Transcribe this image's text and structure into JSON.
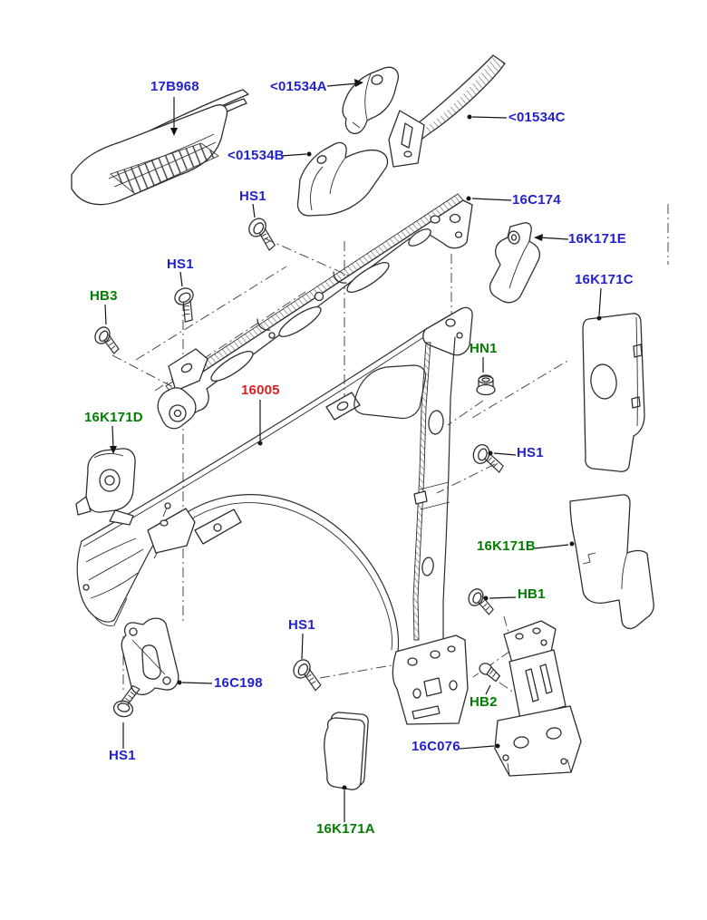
{
  "colors": {
    "part_code_blue": "#2222cc",
    "hardware_green": "#007d00",
    "highlight_red": "#e02020",
    "line_dark": "#2e2e2e"
  },
  "labels": [
    {
      "id": "17B968",
      "text": "17B968",
      "color": "part_code_blue"
    },
    {
      "id": "01534A",
      "text": "<01534A",
      "color": "part_code_blue"
    },
    {
      "id": "01534C",
      "text": "<01534C",
      "color": "part_code_blue"
    },
    {
      "id": "01534B",
      "text": "<01534B",
      "color": "part_code_blue"
    },
    {
      "id": "HS1-top",
      "text": "HS1",
      "color": "part_code_blue"
    },
    {
      "id": "16C174",
      "text": "16C174",
      "color": "part_code_blue"
    },
    {
      "id": "16K171E",
      "text": "16K171E",
      "color": "part_code_blue"
    },
    {
      "id": "HS1-upper-left",
      "text": "HS1",
      "color": "part_code_blue"
    },
    {
      "id": "16K171C",
      "text": "16K171C",
      "color": "part_code_blue"
    },
    {
      "id": "HB3",
      "text": "HB3",
      "color": "hardware_green"
    },
    {
      "id": "HN1",
      "text": "HN1",
      "color": "hardware_green"
    },
    {
      "id": "16005",
      "text": "16005",
      "color": "highlight_red"
    },
    {
      "id": "16K171D",
      "text": "16K171D",
      "color": "hardware_green"
    },
    {
      "id": "HS1-mid-right",
      "text": "HS1",
      "color": "part_code_blue"
    },
    {
      "id": "16K171B",
      "text": "16K171B",
      "color": "hardware_green"
    },
    {
      "id": "HB1",
      "text": "HB1",
      "color": "hardware_green"
    },
    {
      "id": "HS1-mid-left",
      "text": "HS1",
      "color": "part_code_blue"
    },
    {
      "id": "16C198",
      "text": "16C198",
      "color": "part_code_blue"
    },
    {
      "id": "HB2",
      "text": "HB2",
      "color": "hardware_green"
    },
    {
      "id": "16C076",
      "text": "16C076",
      "color": "part_code_blue"
    },
    {
      "id": "HS1-bottom-left",
      "text": "HS1",
      "color": "part_code_blue"
    },
    {
      "id": "16K171A",
      "text": "16K171A",
      "color": "hardware_green"
    }
  ]
}
